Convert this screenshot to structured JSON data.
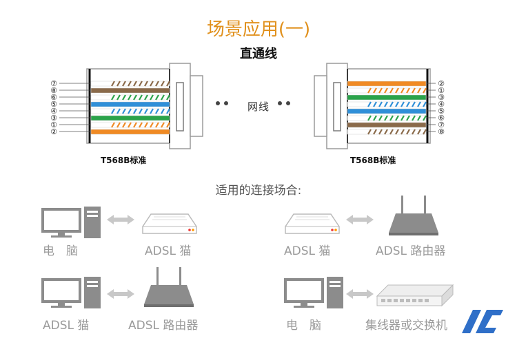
{
  "header": {
    "title": "场景应用(一)",
    "subtitle": "直通线"
  },
  "connector_left": {
    "standard": "T568B标准",
    "pins": [
      "⑦",
      "⑧",
      "⑥",
      "⑤",
      "④",
      "③",
      "①",
      "②"
    ]
  },
  "connector_right": {
    "standard": "T568B标准",
    "pins": [
      "②",
      "①",
      "③",
      "④",
      "⑤",
      "⑥",
      "⑦",
      "⑧"
    ]
  },
  "cable": {
    "label": "网线"
  },
  "scenarios": {
    "title": "适用的连接场合:",
    "pairs": [
      {
        "left": "电　脑",
        "right": "ADSL 猫"
      },
      {
        "left": "ADSL 猫",
        "right": "ADSL 路由器"
      },
      {
        "left": "ADSL 猫",
        "right": "ADSL 路由器"
      },
      {
        "left": "电　脑",
        "right": "集线器或交换机"
      }
    ]
  },
  "colors": {
    "title": "#e0901c",
    "orange": "#f08a24",
    "green": "#2aa34a",
    "blue": "#2f8fd8",
    "brown": "#8a6a4a",
    "device_gray": "#8c8c8c",
    "arrow_gray": "#c8c8c8"
  }
}
